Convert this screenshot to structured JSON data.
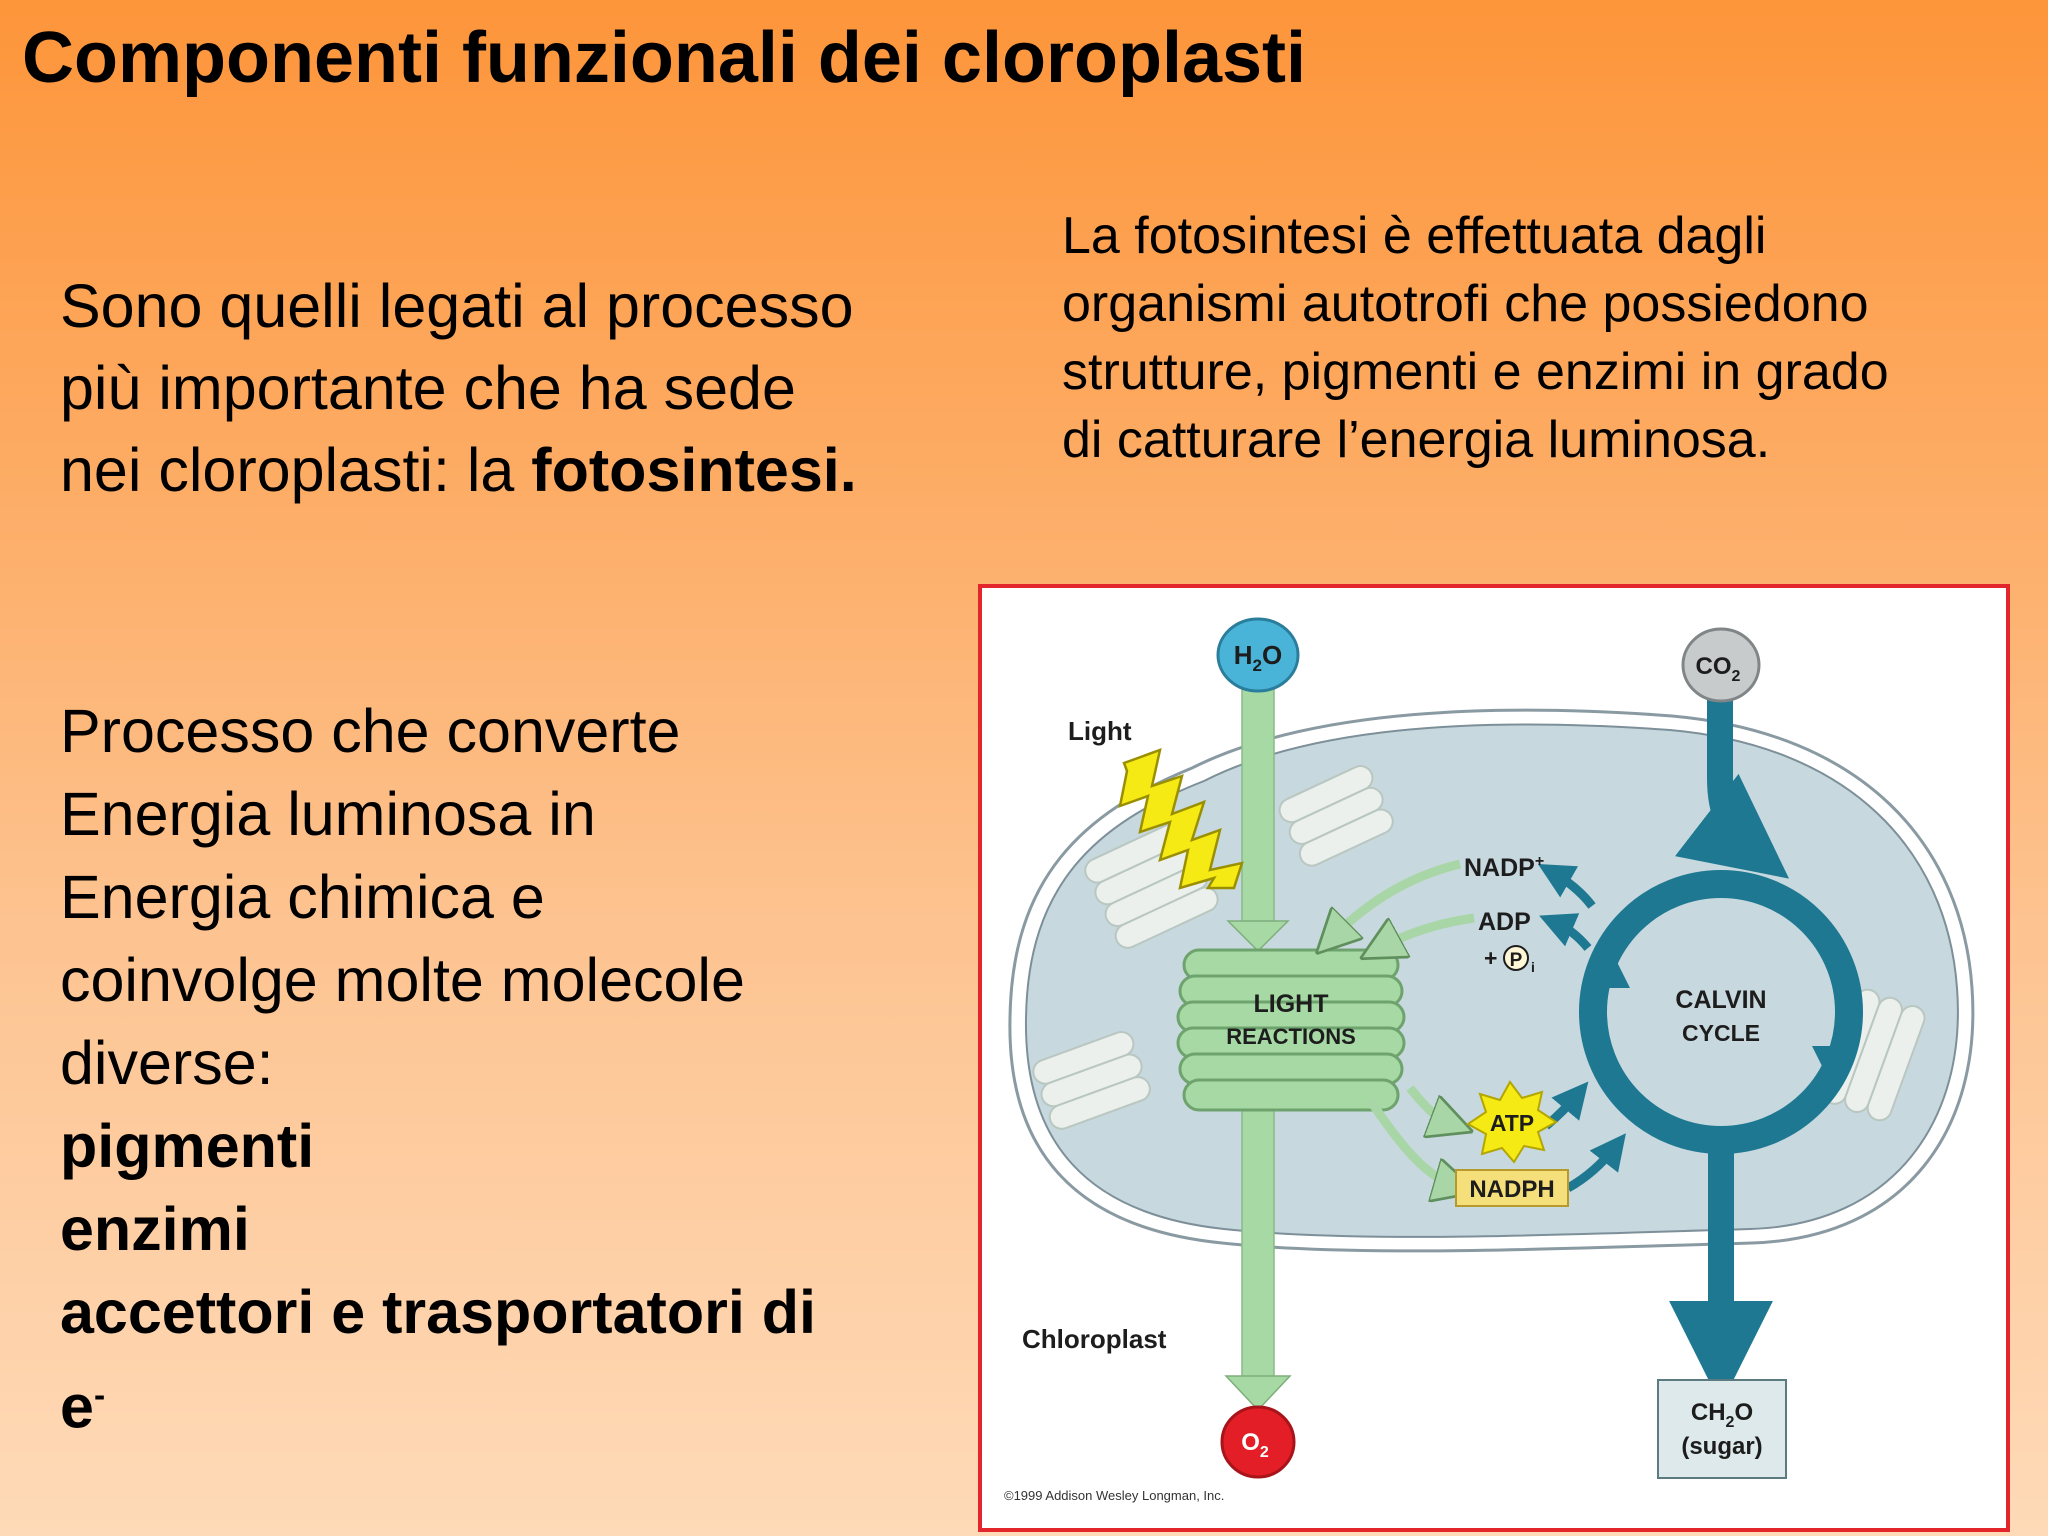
{
  "slide": {
    "title": "Componenti funzionali dei cloroplasti",
    "intro": {
      "lines": [
        "Sono quelli legati al processo",
        "più importante che ha sede"
      ],
      "line3_prefix": "nei cloroplasti: la ",
      "line3_bold": "fotosintesi."
    },
    "side_text": [
      "La fotosintesi è effettuata dagli",
      "organismi autotrofi che possiedono",
      "strutture, pigmenti e enzimi in grado",
      "di catturare l’energia luminosa."
    ],
    "process": {
      "lines": [
        "Processo che converte",
        "Energia luminosa in",
        "Energia chimica e",
        "coinvolge molte  molecole",
        "diverse:"
      ],
      "bold_lines": [
        "pigmenti",
        "enzimi",
        "accettori e trasportatori di"
      ],
      "electron": "e",
      "electron_sup": "-"
    }
  },
  "diagram": {
    "h2o": {
      "main": "H",
      "sub": "2",
      "tail": "O"
    },
    "co2": {
      "main": "CO",
      "sub": "2"
    },
    "o2": {
      "main": "O",
      "sub": "2"
    },
    "light": "Light",
    "chloroplast": "Chloroplast",
    "light_reactions": [
      "LIGHT",
      "REACTIONS"
    ],
    "calvin_cycle": [
      "CALVIN",
      "CYCLE"
    ],
    "nadp": {
      "main": "NADP",
      "sup": "+"
    },
    "adp": "ADP",
    "pi_prefix": "+",
    "pi_symbol": "P",
    "pi_sub": "i",
    "atp": "ATP",
    "nadph": "NADPH",
    "sugar": {
      "main": "CH",
      "sub": "2",
      "tail": "O",
      "line2": "(sugar)"
    },
    "copyright": "©1999 Addison Wesley Longman, Inc.",
    "colors": {
      "frame": "#e3262b",
      "stroma": "#c7d8df",
      "light_arrow": "#a6d9a4",
      "calvin": "#1e7891",
      "h2o": "#4ab4d8",
      "o2": "#e41e26",
      "lightning": "#f5ea14",
      "nadph_box": "#f5df7a"
    }
  }
}
